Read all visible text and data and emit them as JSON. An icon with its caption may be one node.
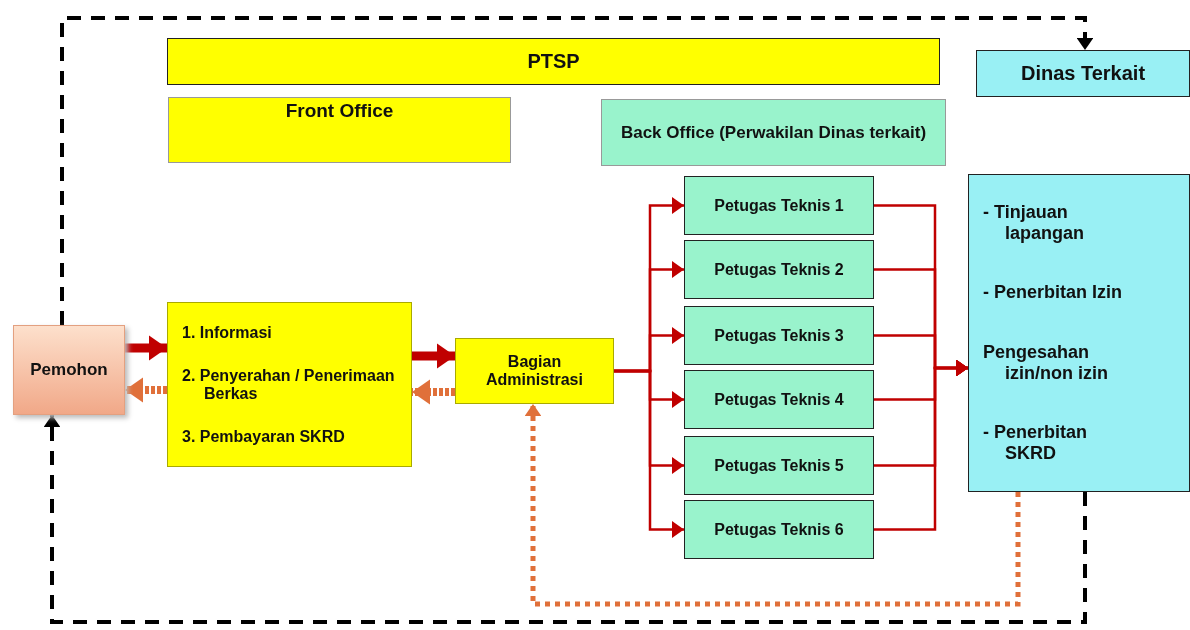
{
  "diagram": {
    "nodes": [
      {
        "text": [
          "PTSP"
        ]
      },
      {
        "text": [
          "Dinas Terkait"
        ]
      },
      {
        "text": [
          "Front Office"
        ]
      },
      {
        "text": [
          "Back Office (Perwakilan Dinas terkait)"
        ]
      },
      {
        "text": [
          "Pemohon"
        ]
      },
      {
        "text": [
          "1. Informasi",
          "2. Penyerahan / Penerimaan Berkas",
          "3. Pembayaran SKRD"
        ]
      },
      {
        "text": [
          "Bagian Administrasi"
        ]
      },
      {
        "text": [
          "Petugas Teknis 1"
        ]
      },
      {
        "text": [
          "Petugas Teknis 2"
        ]
      },
      {
        "text": [
          "Petugas Teknis 3"
        ]
      },
      {
        "text": [
          "Petugas Teknis 4"
        ]
      },
      {
        "text": [
          "Petugas Teknis 5"
        ]
      },
      {
        "text": [
          "Petugas Teknis 6"
        ]
      },
      {
        "text": [
          "- Tinjauan lapangan",
          "- Penerbitan Izin",
          "Pengesahan izin/non izin",
          "- Penerbitan SKRD"
        ]
      }
    ],
    "edges": [
      {
        "from": 4,
        "to": 5,
        "arrow": "to",
        "style": "thick"
      },
      {
        "from": 5,
        "to": 4,
        "arrow": "to",
        "style": "dashed",
        "color": "#e0703a"
      },
      {
        "from": 5,
        "to": 6,
        "arrow": "to",
        "style": "thick"
      },
      {
        "from": 6,
        "to": 5,
        "arrow": "to",
        "style": "dashed",
        "color": "#e0703a"
      },
      {
        "from": 6,
        "to": 7,
        "arrow": "to"
      },
      {
        "from": 6,
        "to": 8,
        "arrow": "to"
      },
      {
        "from": 6,
        "to": 9,
        "arrow": "to"
      },
      {
        "from": 6,
        "to": 10,
        "arrow": "to"
      },
      {
        "from": 6,
        "to": 11,
        "arrow": "to"
      },
      {
        "from": 6,
        "to": 12,
        "arrow": "to"
      },
      {
        "from": 7,
        "to": 13,
        "arrow": "to"
      },
      {
        "from": 8,
        "to": 13,
        "arrow": "to"
      },
      {
        "from": 9,
        "to": 13,
        "arrow": "to"
      },
      {
        "from": 10,
        "to": 13,
        "arrow": "to"
      },
      {
        "from": 11,
        "to": 13,
        "arrow": "to"
      },
      {
        "from": 12,
        "to": 13,
        "arrow": "to"
      },
      {
        "from": 13,
        "to": 6,
        "arrow": "to",
        "style": "dashed",
        "color": "#e0703a"
      },
      {
        "from": 4,
        "to": 1,
        "arrow": "to",
        "style": "dashed",
        "color": "#000000"
      },
      {
        "from": 13,
        "to": 4,
        "arrow": "to",
        "style": "dashed",
        "color": "#000000"
      }
    ]
  }
}
